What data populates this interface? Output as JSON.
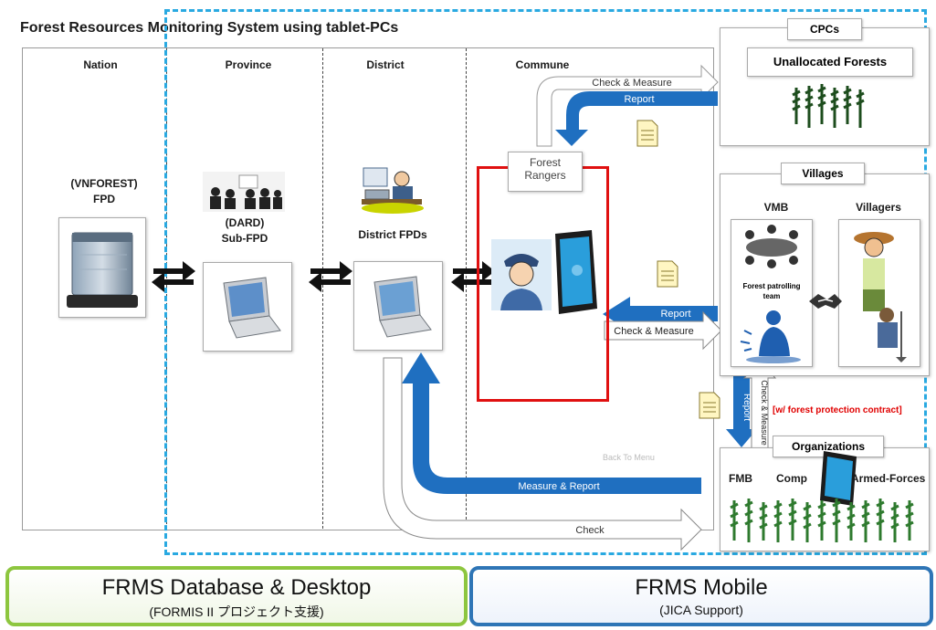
{
  "title": "Forest Resources Monitoring System using tablet-PCs",
  "columns": [
    "Nation",
    "Province",
    "District",
    "Commune"
  ],
  "nation": {
    "line1": "(VNFOREST)",
    "line2": "FPD"
  },
  "province": {
    "line1": "(DARD)",
    "line2": "Sub-FPD"
  },
  "district": {
    "label": "District FPDs"
  },
  "rangers": {
    "line1": "Forest",
    "line2": "Rangers"
  },
  "cpcs": {
    "tag": "CPCs",
    "label": "Unallocated Forests"
  },
  "villages": {
    "tag": "Villages",
    "vmb": "VMB",
    "villagers": "Villagers",
    "patrol": "Forest patrolling team"
  },
  "organizations": {
    "tag": "Organizations",
    "fmb": "FMB",
    "comp": "Comp",
    "armed": "Armed-Forces"
  },
  "arrows": {
    "check_measure_top": "Check & Measure",
    "report_top": "Report",
    "report_mid": "Report",
    "check_measure_mid": "Check & Measure",
    "report_vert": "Report",
    "check_measure_vert": "Check & Measure",
    "measure_report": "Measure & Report",
    "check_bottom": "Check"
  },
  "contract_note": "[w/ forest protection contract]",
  "faint_text": "Back To Menu",
  "bottom_left": {
    "title": "FRMS Database & Desktop",
    "subtitle": "(FORMIS II プロジェクト支援)"
  },
  "bottom_right": {
    "title": "FRMS Mobile",
    "subtitle": "(JICA Support)"
  },
  "colors": {
    "accent_blue": "#1f6fc0",
    "dash_blue": "#29a9e1",
    "ranger_red": "#e01010",
    "left_green": "#8dc63f",
    "right_blue": "#2e75b6",
    "contract_red": "#e00000"
  },
  "icons": [
    "server-icon",
    "laptop-icon",
    "meeting-icon",
    "officer-desk-icon",
    "ranger-icon",
    "tablet-icon",
    "document-icon",
    "trees-icon",
    "handshake-icon",
    "patrol-icon",
    "villager-icon",
    "sync-arrows-icon"
  ]
}
